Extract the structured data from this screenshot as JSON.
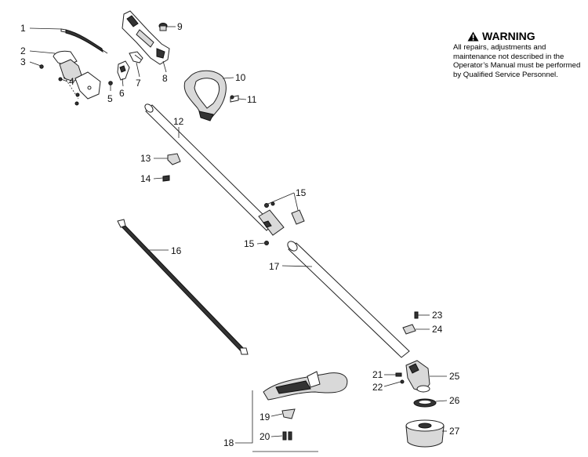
{
  "warning": {
    "title": "WARNING",
    "text": "All repairs, adjustments and maintenance not described in the Operator’s Manual must be performed by Qualified Service Personnel.",
    "icon": "warning-triangle-icon"
  },
  "callouts": [
    {
      "id": "1",
      "label": "1"
    },
    {
      "id": "2",
      "label": "2"
    },
    {
      "id": "3",
      "label": "3"
    },
    {
      "id": "4",
      "label": "4"
    },
    {
      "id": "5",
      "label": "5"
    },
    {
      "id": "6",
      "label": "6"
    },
    {
      "id": "7",
      "label": "7"
    },
    {
      "id": "8",
      "label": "8"
    },
    {
      "id": "9",
      "label": "9"
    },
    {
      "id": "10",
      "label": "10"
    },
    {
      "id": "11",
      "label": "11"
    },
    {
      "id": "12",
      "label": "12"
    },
    {
      "id": "13",
      "label": "13"
    },
    {
      "id": "14",
      "label": "14"
    },
    {
      "id": "15a",
      "label": "15"
    },
    {
      "id": "15b",
      "label": "15"
    },
    {
      "id": "16",
      "label": "16"
    },
    {
      "id": "17",
      "label": "17"
    },
    {
      "id": "18",
      "label": "18"
    },
    {
      "id": "19",
      "label": "19"
    },
    {
      "id": "20",
      "label": "20"
    },
    {
      "id": "21",
      "label": "21"
    },
    {
      "id": "22",
      "label": "22"
    },
    {
      "id": "23",
      "label": "23"
    },
    {
      "id": "24",
      "label": "24"
    },
    {
      "id": "25",
      "label": "25"
    },
    {
      "id": "26",
      "label": "26"
    },
    {
      "id": "27",
      "label": "27"
    }
  ]
}
